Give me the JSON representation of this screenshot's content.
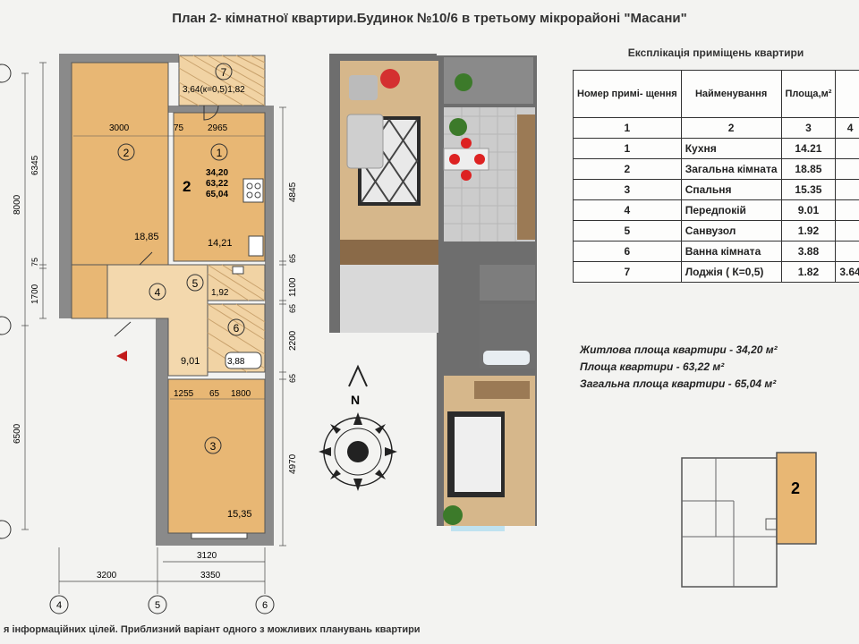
{
  "title": "План 2- кімнатної квартири.Будинок №10/6 в третьому мікрорайоні \"Масани\"",
  "plan": {
    "rooms": [
      {
        "num": "1",
        "area": "14,21"
      },
      {
        "num": "2",
        "area": "18,85"
      },
      {
        "num": "3",
        "area": "15,35"
      },
      {
        "num": "4",
        "area": "9,01"
      },
      {
        "num": "5",
        "area": "1,92"
      },
      {
        "num": "6",
        "area": "3,88"
      },
      {
        "num": "7",
        "area": "3,64(к=0,5)1,82"
      }
    ],
    "apt_label": {
      "num": "2",
      "l1": "34,20",
      "l2": "63,22",
      "l3": "65,04"
    },
    "dims": {
      "top_a": "3000",
      "top_b": "75",
      "top_c": "2965",
      "right_a": "4845",
      "right_b": "65",
      "right_c": "1100",
      "right_d": "65",
      "right_e": "2200",
      "right_f": "65",
      "right_g": "4970",
      "left_a": "6345",
      "left_b": "75",
      "left_c": "1700",
      "left_total1": "8000",
      "left_total2": "6500",
      "hall_a": "1255",
      "hall_b": "65",
      "hall_c": "1800",
      "bottom_a": "3120",
      "bottom_b": "3200",
      "bottom_c": "3350"
    },
    "axes": {
      "a": "4",
      "b": "5",
      "c": "6"
    },
    "compass": "N"
  },
  "floor_key": {
    "num": "2"
  },
  "table": {
    "title": "Експлікація приміщень квартири",
    "header": {
      "num": "Номер примі- щення",
      "name": "Найменування",
      "area": "Площа,м²",
      "extra": ""
    },
    "index": {
      "c1": "1",
      "c2": "2",
      "c3": "3",
      "c4": "4"
    },
    "rows": [
      {
        "num": "1",
        "name": "Кухня",
        "area": "14.21",
        "extra": ""
      },
      {
        "num": "2",
        "name": "Загальна кімната",
        "area": "18.85",
        "extra": ""
      },
      {
        "num": "3",
        "name": "Спальня",
        "area": "15.35",
        "extra": ""
      },
      {
        "num": "4",
        "name": "Передпокій",
        "area": "9.01",
        "extra": ""
      },
      {
        "num": "5",
        "name": "Санвузол",
        "area": "1.92",
        "extra": ""
      },
      {
        "num": "6",
        "name": "Ванна кімната",
        "area": "3.88",
        "extra": ""
      },
      {
        "num": "7",
        "name": "Лоджія ( К=0,5)",
        "area": "1.82",
        "extra": "3.64"
      }
    ]
  },
  "summary": {
    "living": "Житлова площа квартири - 34,20 м²",
    "apartment": "Площа квартири - 63,22 м²",
    "total": "Загальна площа квартири - 65,04 м²"
  },
  "footer": "я інформаційних цілей. Приблизний варіант одного з можливих планувань квартири"
}
